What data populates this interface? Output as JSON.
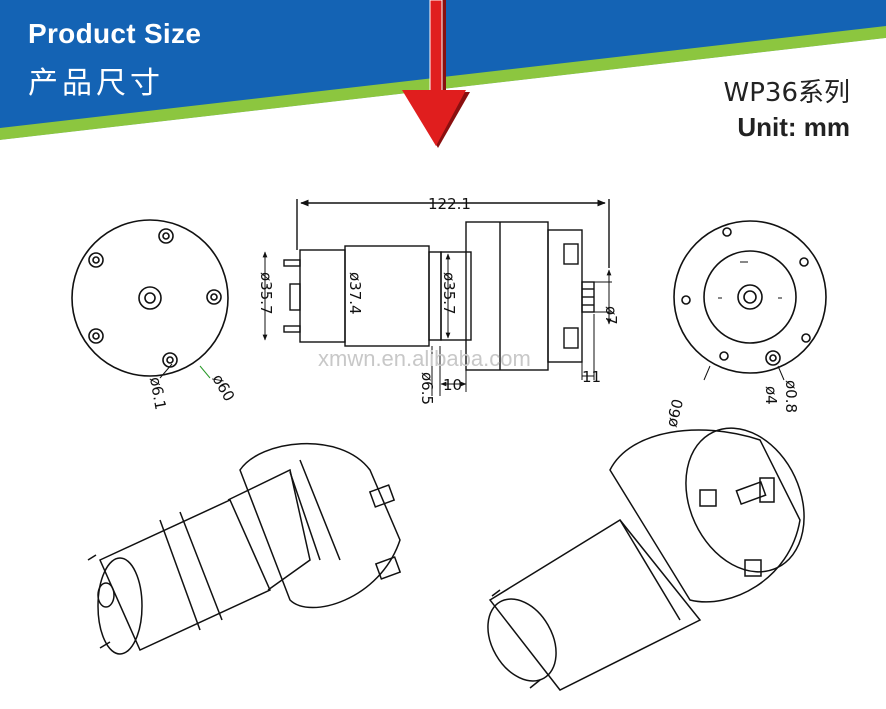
{
  "header": {
    "title_en": "Product Size",
    "title_cn": "产品尺寸",
    "series": "WP36系列",
    "unit": "Unit: mm"
  },
  "dimensions": {
    "overall_length": "122.1",
    "d_motor": "ø35.7",
    "d_body": "ø37.4",
    "d_neck": "ø35.7",
    "d_nozzle": "ø7",
    "d_hole_left": "ø6.1",
    "d_outer_left": "ø60",
    "d_shaft": "ø6.5",
    "len_neck": "10",
    "len_nozzle": "11",
    "d_outer_right": "ø60",
    "d_screw": "ø4",
    "d_pin": "ø0.8"
  },
  "watermark": "xmwn.en.alibaba.com",
  "colors": {
    "banner_blue": "#1463b4",
    "banner_green": "#8cc63f",
    "arrow_red": "#e01e1e"
  }
}
